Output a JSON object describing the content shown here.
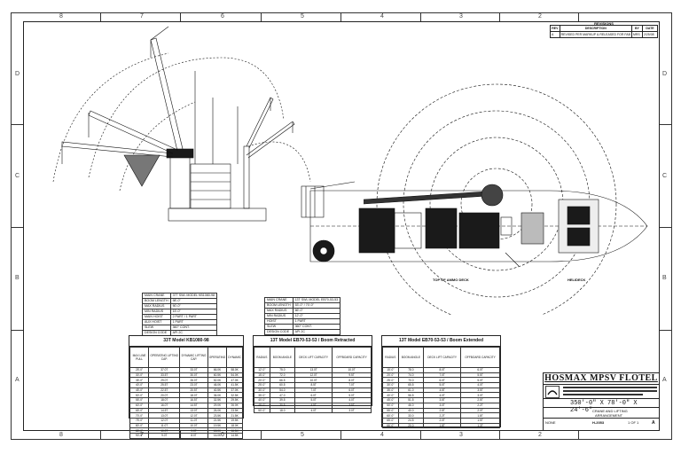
{
  "zones": {
    "top": [
      "8",
      "7",
      "6",
      "5",
      "4",
      "3",
      "2"
    ],
    "bottom": [
      "8",
      "7",
      "6",
      "5",
      "4",
      "3",
      "2"
    ],
    "left": [
      "D",
      "C",
      "B",
      "A"
    ],
    "right": [
      "D",
      "C",
      "B",
      "A"
    ]
  },
  "revisions": {
    "title": "REVISIONS",
    "headers": [
      "REV",
      "DESCRIPTION",
      "BY",
      "DATE"
    ],
    "rows": [
      [
        "A",
        "REVISED PER MARKUP & RELEASED FOR FAB",
        "MRS",
        "2/25/08"
      ]
    ]
  },
  "drawing_labels": {
    "plan_view": "TOP OF AMMO DECK",
    "helideck": "HELIDECK"
  },
  "spec_left": {
    "rows": [
      [
        "MAIN CRANE",
        "37T SWL MODEL KB1080-98"
      ],
      [
        "BOOM LENGTH",
        "98'-0\""
      ],
      [
        "MAX RADIUS",
        "90'-0\""
      ],
      [
        "MIN RADIUS",
        "15'-0\""
      ],
      [
        "MAIN HOIST",
        "2 PART / 1 PART"
      ],
      [
        "AUX HOIST",
        "1 PART"
      ],
      [
        "SLEW",
        "360° CONT."
      ],
      [
        "DESIGN CODE",
        "API 2C"
      ]
    ]
  },
  "spec_right": {
    "rows": [
      [
        "MAIN CRANE",
        "13T SWL MODEL EB70-53-53"
      ],
      [
        "BOOM LENGTH",
        "53'-0\" / 70'-0\""
      ],
      [
        "MAX RADIUS",
        "66'-0\""
      ],
      [
        "MIN RADIUS",
        "12'-0\""
      ],
      [
        "HOIST",
        "1 PART"
      ],
      [
        "SLEW",
        "360° CONT."
      ],
      [
        "DESIGN CODE",
        "API 2C"
      ]
    ]
  },
  "load_tables": [
    {
      "title": "33T Model KB1080-98",
      "headers": [
        "MAX LINE PULL",
        "OPERATING LIFTING CAP.",
        "DYNAMIC LIFTING CAP.",
        "OPERATING",
        "DYNAMIC"
      ],
      "rows": [
        [
          "25'-0\"",
          "37.0T",
          "33.0T",
          "66.0K",
          "58.0K"
        ],
        [
          "30'-0\"",
          "33.5T",
          "30.0T",
          "60.5K",
          "54.0K"
        ],
        [
          "35'-0\"",
          "29.0T",
          "26.0T",
          "52.0K",
          "47.0K"
        ],
        [
          "40'-0\"",
          "25.5T",
          "23.0T",
          "46.0K",
          "41.5K"
        ],
        [
          "45'-0\"",
          "22.5T",
          "20.5T",
          "40.5K",
          "37.0K"
        ],
        [
          "50'-0\"",
          "20.0T",
          "18.0T",
          "36.0K",
          "32.5K"
        ],
        [
          "55'-0\"",
          "18.0T",
          "16.5T",
          "32.5K",
          "29.5K"
        ],
        [
          "60'-0\"",
          "16.0T",
          "14.5T",
          "29.0K",
          "26.0K"
        ],
        [
          "65'-0\"",
          "14.5T",
          "13.0T",
          "26.0K",
          "23.5K"
        ],
        [
          "70'-0\"",
          "13.0T",
          "12.0T",
          "23.5K",
          "21.5K"
        ],
        [
          "75'-0\"",
          "12.0T",
          "11.0T",
          "21.5K",
          "19.5K"
        ],
        [
          "80'-0\"",
          "11.0T",
          "10.0T",
          "19.5K",
          "18.0K"
        ],
        [
          "85'-0\"",
          "10.0T",
          "9.0T",
          "18.0K",
          "16.5K"
        ],
        [
          "90'-0\"",
          "9.0T",
          "8.0T",
          "16.0K",
          "14.5K"
        ]
      ]
    },
    {
      "title": "13T Model EB70-53-53 / Boom Retracted",
      "headers": [
        "RADIUS",
        "BOOM ANGLE",
        "DECK LIFT CAPACITY",
        "OFFBOARD CAPACITY"
      ],
      "rows": [
        [
          "12'-0\"",
          "75.0",
          "13.0T",
          "10.0T"
        ],
        [
          "15'-0\"",
          "72.0",
          "12.0T",
          "9.5T"
        ],
        [
          "20'-0\"",
          "66.5",
          "10.0T",
          "8.0T"
        ],
        [
          "25'-0\"",
          "60.5",
          "8.5T",
          "7.0T"
        ],
        [
          "30'-0\"",
          "54.0",
          "7.0T",
          "6.0T"
        ],
        [
          "35'-0\"",
          "47.0",
          "6.0T",
          "5.0T"
        ],
        [
          "40'-0\"",
          "39.5",
          "5.0T",
          "4.0T"
        ],
        [
          "45'-0\"",
          "30.5",
          "4.5T",
          "3.5T"
        ],
        [
          "50'-0\"",
          "18.0",
          "4.0T",
          "3.0T"
        ]
      ]
    },
    {
      "title": "13T Model EB70-53-53 / Boom Extended",
      "headers": [
        "RADIUS",
        "BOOM ANGLE",
        "DECK LIFT CAPACITY",
        "OFFBOARD CAPACITY"
      ],
      "rows": [
        [
          "15'-0\"",
          "78.0",
          "8.0T",
          "6.0T"
        ],
        [
          "20'-0\"",
          "74.0",
          "7.0T",
          "5.5T"
        ],
        [
          "25'-0\"",
          "70.0",
          "6.0T",
          "5.0T"
        ],
        [
          "30'-0\"",
          "65.5",
          "5.0T",
          "4.0T"
        ],
        [
          "35'-0\"",
          "61.0",
          "4.5T",
          "3.5T"
        ],
        [
          "40'-0\"",
          "56.5",
          "4.0T",
          "3.0T"
        ],
        [
          "45'-0\"",
          "51.5",
          "3.5T",
          "2.5T"
        ],
        [
          "50'-0\"",
          "46.0",
          "3.0T",
          "2.2T"
        ],
        [
          "55'-0\"",
          "40.0",
          "2.5T",
          "2.0T"
        ],
        [
          "60'-0\"",
          "33.0",
          "2.2T",
          "1.8T"
        ],
        [
          "65'-0\"",
          "24.5",
          "2.0T",
          "1.5T"
        ],
        [
          "66'-0\"",
          "20.0",
          "1.8T",
          "1.3T"
        ]
      ]
    }
  ],
  "title_block": {
    "company": "HOSMAX MPSV FLOTEL",
    "dimensions": "350'-0\" X 78'-0\" X 24'-6\"",
    "sheet_title_1": "CRANE AND LIFTING",
    "sheet_title_2": "ARRANGEMENT",
    "drawing_no": "H-2053",
    "rev": "A",
    "scale": "NONE",
    "sheet": "1 OF 1"
  },
  "colors": {
    "ink": "#111111",
    "fill_dark": "#1a1a1a",
    "hatch": "#555555"
  }
}
